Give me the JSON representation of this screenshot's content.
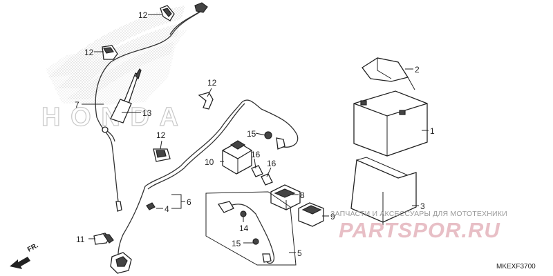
{
  "diagram": {
    "code": "MKEXF3700",
    "front_label": "FR.",
    "brand_watermark": "HONDA",
    "watermark_subtitle": "ЗАПЧАСТИ И АКСЕССУАРЫ ДЛЯ МОТОТЕХНИКИ",
    "watermark_logo": "PARTSPOR.RU",
    "callouts": [
      {
        "id": "c1",
        "label": "1"
      },
      {
        "id": "c2",
        "label": "2"
      },
      {
        "id": "c3",
        "label": "3"
      },
      {
        "id": "c4",
        "label": "4"
      },
      {
        "id": "c5",
        "label": "5"
      },
      {
        "id": "c6",
        "label": "6"
      },
      {
        "id": "c7",
        "label": "7"
      },
      {
        "id": "c8",
        "label": "8"
      },
      {
        "id": "c9",
        "label": "9"
      },
      {
        "id": "c10",
        "label": "10"
      },
      {
        "id": "c11",
        "label": "11"
      },
      {
        "id": "c12a",
        "label": "12"
      },
      {
        "id": "c12b",
        "label": "12"
      },
      {
        "id": "c12c",
        "label": "12"
      },
      {
        "id": "c12d",
        "label": "12"
      },
      {
        "id": "c13",
        "label": "13"
      },
      {
        "id": "c14",
        "label": "14"
      },
      {
        "id": "c15a",
        "label": "15"
      },
      {
        "id": "c15b",
        "label": "15"
      },
      {
        "id": "c16a",
        "label": "16"
      },
      {
        "id": "c16b",
        "label": "16"
      }
    ]
  }
}
